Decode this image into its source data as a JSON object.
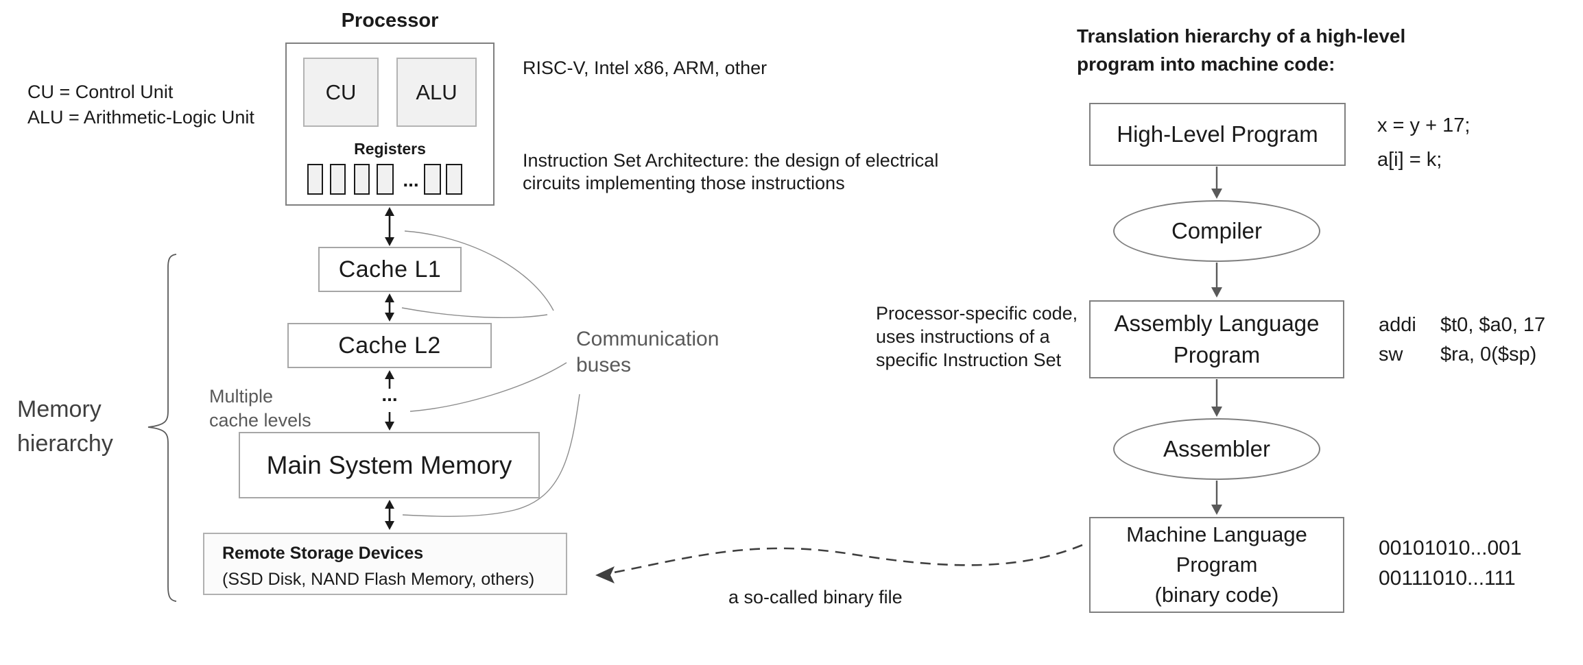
{
  "left": {
    "processor_title": "Processor",
    "legend_line1": "CU = Control Unit",
    "legend_line2": "ALU = Arithmetic-Logic Unit",
    "cu_label": "CU",
    "alu_label": "ALU",
    "registers_label": "Registers",
    "registers_ellipsis": "...",
    "isa_note1": "RISC-V, Intel x86, ARM, other",
    "isa_note2_line1": "Instruction Set Architecture: the design of electrical",
    "isa_note2_line2": "circuits implementing those instructions",
    "cache_l1_label": "Cache L1",
    "cache_l2_label": "Cache L2",
    "cache_ellipsis": "...",
    "multiple_cache_line1": "Multiple",
    "multiple_cache_line2": "cache levels",
    "memory_hierarchy_line1": "Memory",
    "memory_hierarchy_line2": "hierarchy",
    "main_memory_label": "Main System Memory",
    "remote_storage_title": "Remote Storage Devices",
    "remote_storage_sub": "(SSD Disk, NAND Flash Memory, others)",
    "comm_buses_line1": "Communication",
    "comm_buses_line2": "buses",
    "binary_file_note": "a so-called binary file"
  },
  "right": {
    "title_line1": "Translation hierarchy of a high-level",
    "title_line2": "program into machine code:",
    "high_level_label": "High-Level Program",
    "compiler_label": "Compiler",
    "assembly_line1": "Assembly Language",
    "assembly_line2": "Program",
    "assembler_label": "Assembler",
    "machine_line1": "Machine Language",
    "machine_line2": "Program",
    "machine_line3": "(binary code)",
    "hl_code_line1": "x = y + 17;",
    "hl_code_line2": "a[i] = k;",
    "asm_code": [
      {
        "op": "addi",
        "args": "$t0, $a0, 17"
      },
      {
        "op": "sw",
        "args": "$ra, 0($sp)"
      }
    ],
    "machine_code_line1": "00101010...001",
    "machine_code_line2": "00111010...111",
    "proc_specific_line1": "Processor-specific code,",
    "proc_specific_line2": "uses instructions of a",
    "proc_specific_line3": "specific Instruction Set"
  },
  "colors": {
    "box_border": "#8c8c8c",
    "light_fill": "#f1f1f1",
    "storage_fill": "#fbfbfb",
    "gray_text": "#595959",
    "dark_gray_text": "#3f3f3f",
    "curve_gray": "#8c8c8c",
    "arrow_black": "#1a1a1a",
    "arrow_gray": "#595959"
  }
}
